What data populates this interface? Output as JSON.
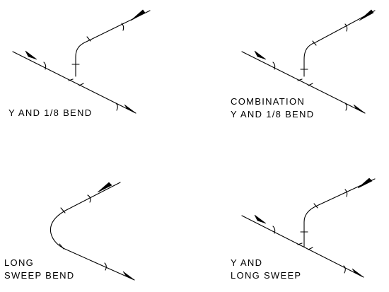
{
  "fittings": [
    {
      "id": "y-and-eighth-bend",
      "label_lines": [
        "Y AND 1/8 BEND"
      ]
    },
    {
      "id": "combination-y-and-eighth-bend",
      "label_lines": [
        "COMBINATION",
        "Y AND 1/8 BEND"
      ]
    },
    {
      "id": "long-sweep-bend",
      "label_lines": [
        "LONG",
        "SWEEP BEND"
      ]
    },
    {
      "id": "y-and-long-sweep",
      "label_lines": [
        "Y AND",
        "LONG SWEEP"
      ]
    }
  ],
  "colors": {
    "line": "#000000",
    "background": "#ffffff"
  }
}
